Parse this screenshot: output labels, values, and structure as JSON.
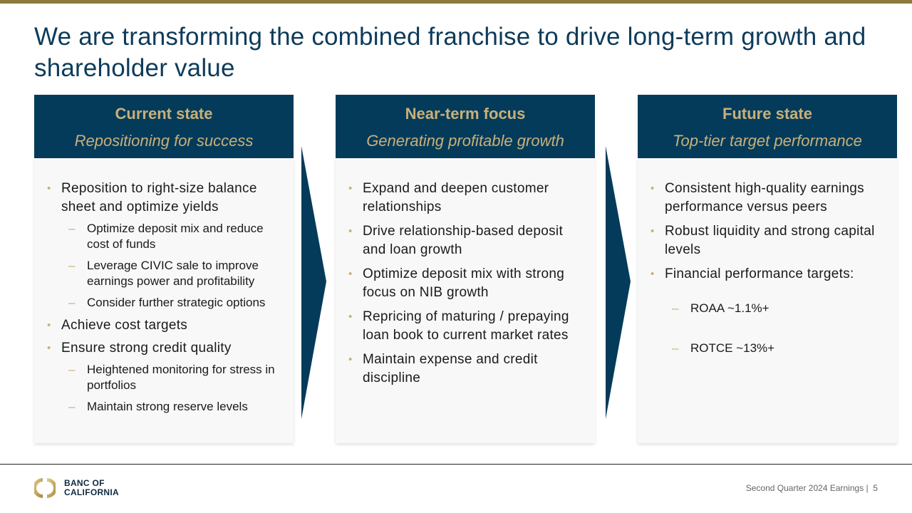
{
  "title": "We are transforming the combined franchise to drive long-term growth and shareholder value",
  "columns": [
    {
      "heading": "Current state",
      "subheading": "Repositioning for success",
      "items": [
        {
          "text": "Reposition to right-size balance sheet and optimize yields",
          "sub": [
            "Optimize deposit mix and reduce cost of funds",
            "Leverage CIVIC sale to improve earnings power and profitability",
            "Consider further strategic options"
          ]
        },
        {
          "text": "Achieve cost targets",
          "sub": []
        },
        {
          "text": "Ensure strong credit quality",
          "sub": [
            "Heightened monitoring for stress in portfolios",
            "Maintain strong reserve levels"
          ]
        }
      ]
    },
    {
      "heading": "Near-term focus",
      "subheading": "Generating profitable growth",
      "items": [
        {
          "text": "Expand and deepen customer relationships",
          "sub": []
        },
        {
          "text": "Drive relationship-based deposit and loan growth",
          "sub": []
        },
        {
          "text": "Optimize deposit mix with strong focus on NIB growth",
          "sub": []
        },
        {
          "text": "Repricing of maturing / prepaying loan book to current market rates",
          "sub": []
        },
        {
          "text": "Maintain expense and credit discipline",
          "sub": []
        }
      ]
    },
    {
      "heading": "Future state",
      "subheading": "Top-tier target performance",
      "items": [
        {
          "text": "Consistent high-quality earnings performance versus peers",
          "sub": []
        },
        {
          "text": "Robust liquidity and strong capital levels",
          "sub": []
        },
        {
          "text": "Financial performance targets:",
          "sub": [
            "ROAA ~1.1%+",
            "ROTCE ~13%+"
          ]
        }
      ]
    }
  ],
  "logo": {
    "line1": "BANC OF",
    "line2": "CALIFORNIA"
  },
  "footer": {
    "text": "Second Quarter 2024 Earnings |",
    "page": "5"
  },
  "colors": {
    "navy": "#053B5A",
    "gold": "#C8B07A"
  }
}
